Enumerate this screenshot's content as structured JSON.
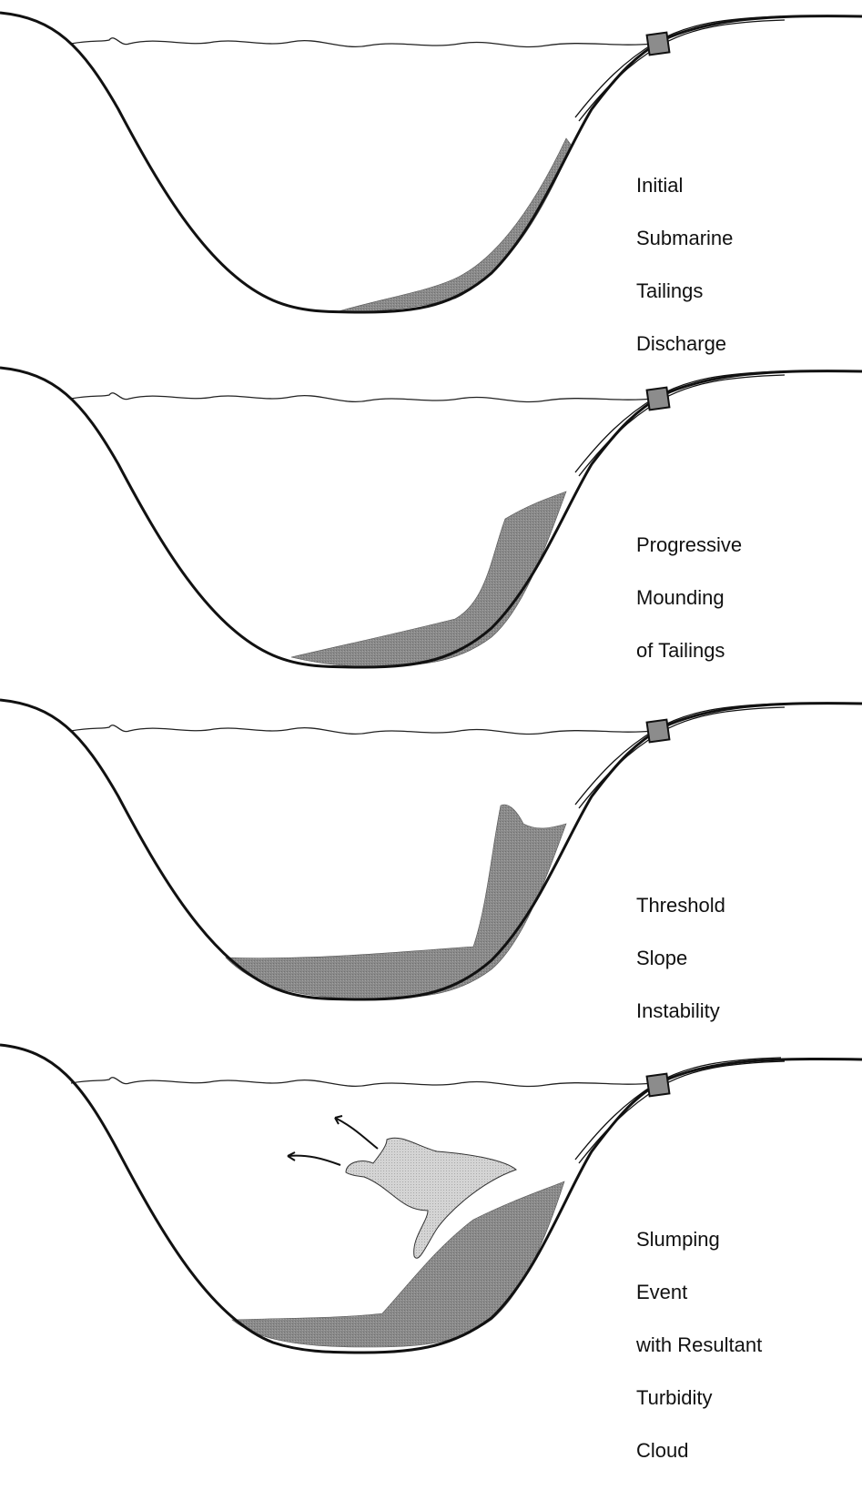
{
  "figure": {
    "colors": {
      "line": "#111111",
      "tailings": "#8a8a8a",
      "cloud": "#cfcfcf",
      "outfall": "#8c8c8c"
    },
    "icons": [
      "outfall-pipe-icon",
      "seafloor-profile-icon",
      "water-surface-icon",
      "cloud-drift-arrow-icon"
    ],
    "stages": [
      {
        "id": "initial",
        "label_lines": [
          "Initial",
          "Submarine",
          "Tailings",
          "Discharge"
        ]
      },
      {
        "id": "mounding",
        "label_lines": [
          "Progressive",
          "Mounding",
          "of Tailings"
        ]
      },
      {
        "id": "threshold",
        "label_lines": [
          "Threshold",
          "Slope",
          "Instability"
        ]
      },
      {
        "id": "slumping",
        "label_lines": [
          "Slumping",
          "Event",
          "with Resultant",
          "Turbidity",
          "Cloud"
        ]
      }
    ]
  }
}
